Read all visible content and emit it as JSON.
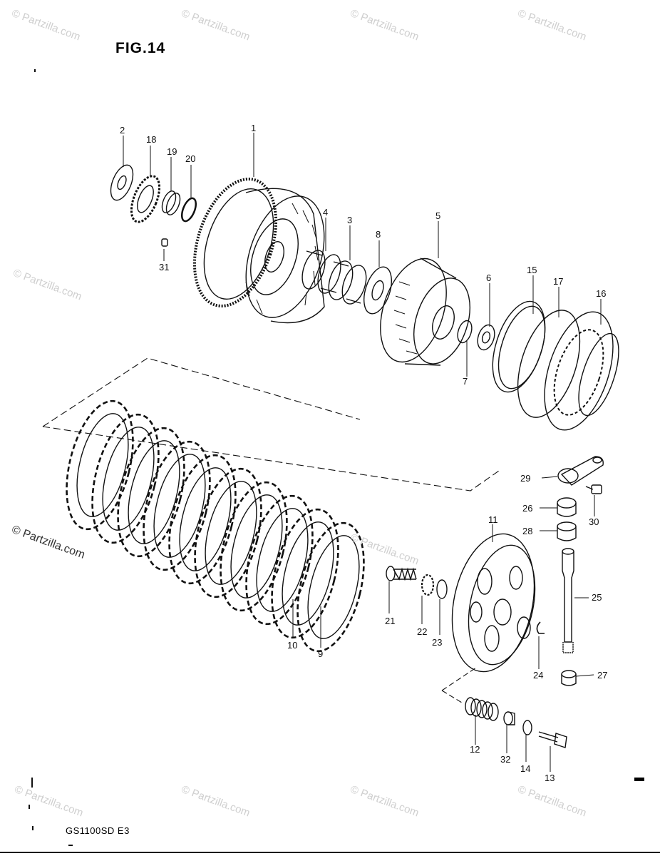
{
  "figure": {
    "title": "FIG.14",
    "model_code": "GS1100SD E3"
  },
  "watermarks": {
    "main": "© Partzilla.com",
    "faint": "© Partzilla.com"
  },
  "callouts": [
    {
      "id": "c1",
      "label": "1"
    },
    {
      "id": "c2",
      "label": "2"
    },
    {
      "id": "c3",
      "label": "3"
    },
    {
      "id": "c4",
      "label": "4"
    },
    {
      "id": "c5",
      "label": "5"
    },
    {
      "id": "c6",
      "label": "6"
    },
    {
      "id": "c7",
      "label": "7"
    },
    {
      "id": "c8",
      "label": "8"
    },
    {
      "id": "c9",
      "label": "9"
    },
    {
      "id": "c10",
      "label": "10"
    },
    {
      "id": "c11",
      "label": "11"
    },
    {
      "id": "c12",
      "label": "12"
    },
    {
      "id": "c13",
      "label": "13"
    },
    {
      "id": "c14",
      "label": "14"
    },
    {
      "id": "c15",
      "label": "15"
    },
    {
      "id": "c16",
      "label": "16"
    },
    {
      "id": "c17",
      "label": "17"
    },
    {
      "id": "c18",
      "label": "18"
    },
    {
      "id": "c19",
      "label": "19"
    },
    {
      "id": "c20",
      "label": "20"
    },
    {
      "id": "c21",
      "label": "21"
    },
    {
      "id": "c22",
      "label": "22"
    },
    {
      "id": "c23",
      "label": "23"
    },
    {
      "id": "c24",
      "label": "24"
    },
    {
      "id": "c25",
      "label": "25"
    },
    {
      "id": "c26",
      "label": "26"
    },
    {
      "id": "c27",
      "label": "27"
    },
    {
      "id": "c28",
      "label": "28"
    },
    {
      "id": "c29",
      "label": "29"
    },
    {
      "id": "c30",
      "label": "30"
    },
    {
      "id": "c31",
      "label": "31"
    },
    {
      "id": "c32",
      "label": "32"
    }
  ]
}
